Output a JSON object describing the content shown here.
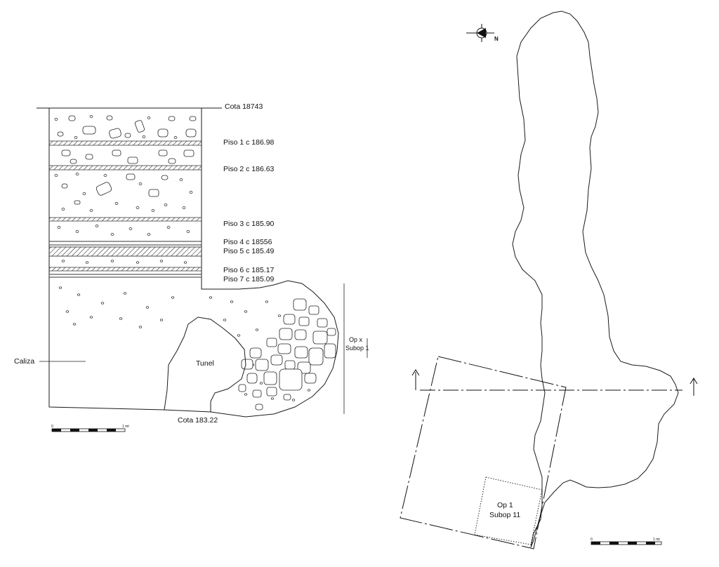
{
  "section": {
    "elevations": [
      {
        "id": "top",
        "label": "Cota 18743"
      },
      {
        "id": "piso1",
        "label": "Piso 1 c 186.98"
      },
      {
        "id": "piso2",
        "label": "Piso 2 c 186.63"
      },
      {
        "id": "piso3",
        "label": "Piso 3 c 185.90"
      },
      {
        "id": "piso4",
        "label": "Piso 4 c 18556"
      },
      {
        "id": "piso5",
        "label": "Piso 5 c 185.49"
      },
      {
        "id": "piso6",
        "label": "Piso 6 c 185.17"
      },
      {
        "id": "piso7",
        "label": "Piso 7 c 185.09"
      },
      {
        "id": "bottom",
        "label": "Cota 183.22"
      }
    ],
    "caliza_label": "Caliza",
    "tunel_label": "Tunel",
    "op_label_line1": "Op x",
    "op_label_line2": "Subop 1",
    "scale": {
      "start": "0",
      "end": "1 mt"
    }
  },
  "plan": {
    "north_label": "N",
    "op_label_line1": "Op 1",
    "op_label_line2": "Subop 11",
    "scale": {
      "start": "0",
      "end": "1 mt"
    }
  }
}
